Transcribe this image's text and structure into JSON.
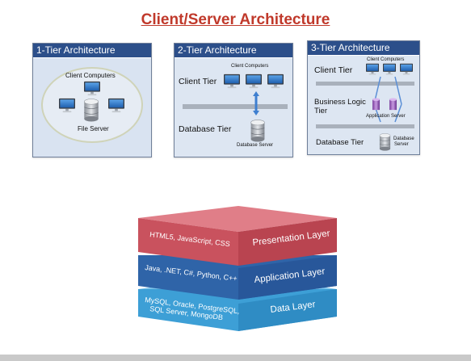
{
  "title": "Client/Server Architecture",
  "tier1": {
    "header": "1-Tier Architecture",
    "client_computers": "Client Computers",
    "file_server": "File Server"
  },
  "tier2": {
    "header": "2-Tier Architecture",
    "client_computers": "Client Computers",
    "client_tier": "Client Tier",
    "database_tier": "Database Tier",
    "database_server": "Database Server"
  },
  "tier3": {
    "header": "3-Tier Architecture",
    "client_tier": "Client Tier",
    "client_computers": "Client Computers",
    "business_logic_line1": "Business Logic",
    "business_logic_line2": "Tier",
    "application_server": "Application Server",
    "database_tier": "Database Tier",
    "database_line1": "Database",
    "database_line2": "Server"
  },
  "layers": {
    "presentation": {
      "name": "Presentation Layer",
      "tech": "HTML5, JavaScript, CSS",
      "color": "#c9525e"
    },
    "application": {
      "name": "Application Layer",
      "tech": "Java, .NET, C#, Python, C++",
      "color": "#2f64a8"
    },
    "data": {
      "name": "Data Layer",
      "tech_line1": "MySQL, Oracle, PostgreSQL,",
      "tech_line2": "SQL Server, MongoDB",
      "color": "#3d9fd6"
    }
  },
  "colors": {
    "title": "#c0392b",
    "panel_header": "#2c4f8a",
    "panel_body": "#d9e3f1"
  }
}
